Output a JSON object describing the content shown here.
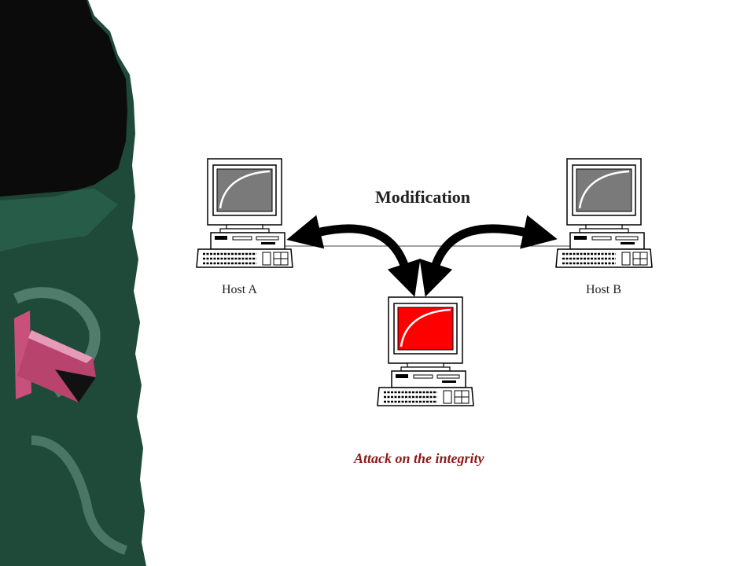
{
  "slide": {
    "title": "Modification",
    "caption": "Attack on the integrity",
    "caption_color": "#8b1a1a"
  },
  "nodes": {
    "host_a": {
      "label": "Host A"
    },
    "host_b": {
      "label": "Host B"
    },
    "attacker": {
      "label": "",
      "screen_color": "#ff0000"
    }
  },
  "colors": {
    "chalkboard": "#1f4a3a",
    "chalk_pink": "#c8507a",
    "arrow": "#000000",
    "monitor_screen": "#7a7a7a"
  },
  "icons": [
    "host-a-computer-icon",
    "host-b-computer-icon",
    "attacker-computer-icon",
    "curved-arrow-icon"
  ]
}
